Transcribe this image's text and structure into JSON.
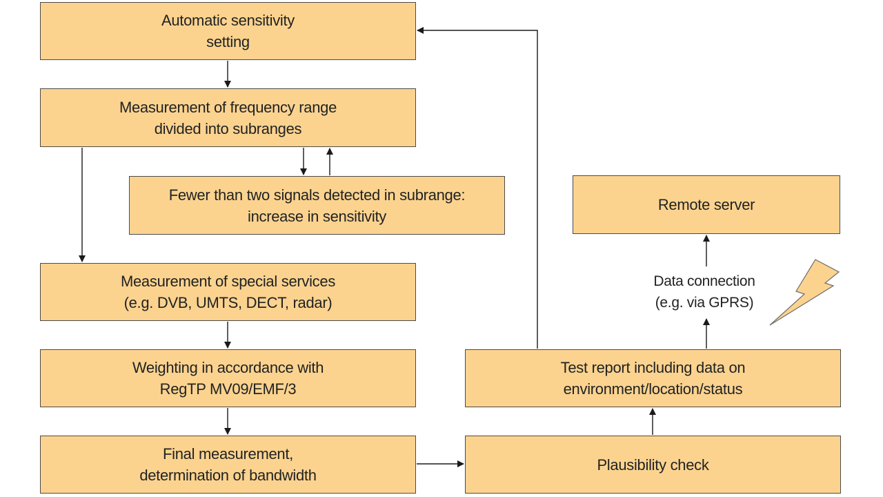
{
  "diagram": {
    "boxes": {
      "auto_sensitivity": [
        "Automatic sensitivity",
        "setting"
      ],
      "frequency_measurement": [
        "Measurement of frequency range",
        "divided into subranges"
      ],
      "fewer_signals": [
        "Fewer than two signals detected in subrange:",
        "increase in sensitivity"
      ],
      "special_services": [
        "Measurement of special services",
        "(e.g. DVB, UMTS, DECT, radar)"
      ],
      "weighting": [
        "Weighting in accordance with",
        "RegTP MV09/EMF/3"
      ],
      "final_measurement": [
        "Final measurement,",
        "determination of bandwidth"
      ],
      "remote_server": [
        "Remote server"
      ],
      "test_report": [
        "Test report including data on",
        "environment/location/status"
      ],
      "plausibility": [
        "Plausibility check"
      ]
    },
    "labels": {
      "data_connection": [
        "Data connection",
        "(e.g. via GPRS)"
      ]
    },
    "icons": {
      "lightning": "lightning-bolt-icon"
    },
    "colors": {
      "box_fill": "#fbd38f",
      "box_border": "#4a4a4a",
      "lightning_fill": "#fbd38f",
      "arrow": "#1a1a1a"
    }
  }
}
